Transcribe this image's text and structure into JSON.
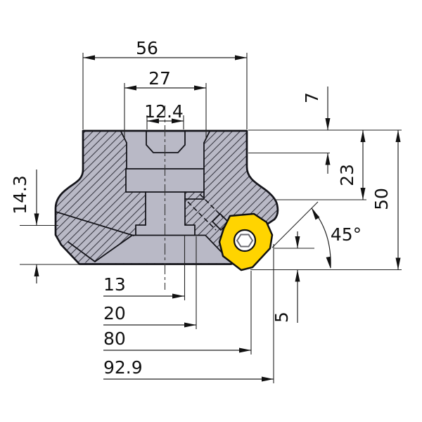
{
  "drawing": {
    "dimensions": {
      "overall_width": "56",
      "counterbore_width": "27",
      "slot_width": "12.4",
      "slot_depth": "7",
      "shoulder_depth": "23",
      "overall_height": "50",
      "flange_height": "14.3",
      "offset_1": "13",
      "offset_2": "20",
      "cutting_diameter": "80",
      "max_diameter": "92.9",
      "tip_drop": "5",
      "lead_angle": "45°"
    },
    "colors": {
      "body_fill": "#b9b9c6",
      "hatch": "#3c3c46",
      "insert_fill": "#ffd400",
      "line": "#14141a",
      "background": "#ffffff"
    }
  }
}
